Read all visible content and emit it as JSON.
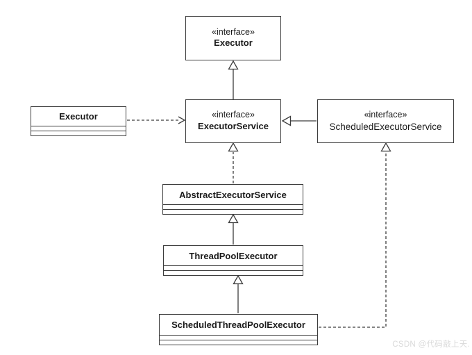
{
  "nodes": {
    "executorInterface": {
      "stereotype": "«interface»",
      "name": "Executor",
      "kind": "interface"
    },
    "executorClass": {
      "name": "Executor",
      "kind": "class"
    },
    "executorService": {
      "stereotype": "«interface»",
      "name": "ExecutorService",
      "kind": "interface"
    },
    "scheduledExecutorService": {
      "stereotype": "«interface»",
      "name": "ScheduledExecutorService",
      "kind": "interface"
    },
    "abstractExecutorService": {
      "name": "AbstractExecutorService",
      "kind": "class"
    },
    "threadPoolExecutor": {
      "name": "ThreadPoolExecutor",
      "kind": "class"
    },
    "scheduledThreadPoolExecutor": {
      "name": "ScheduledThreadPoolExecutor",
      "kind": "class"
    }
  },
  "edges": [
    {
      "from": "ExecutorService",
      "to": "Executor",
      "type": "generalization",
      "line": "solid",
      "arrowhead": "hollow-triangle"
    },
    {
      "from": "Executor (class)",
      "to": "ExecutorService",
      "type": "dependency",
      "line": "dashed",
      "arrowhead": "open-arrow"
    },
    {
      "from": "ScheduledExecutorService",
      "to": "ExecutorService",
      "type": "generalization",
      "line": "solid",
      "arrowhead": "hollow-triangle"
    },
    {
      "from": "AbstractExecutorService",
      "to": "ExecutorService",
      "type": "realization",
      "line": "dashed",
      "arrowhead": "hollow-triangle"
    },
    {
      "from": "ThreadPoolExecutor",
      "to": "AbstractExecutorService",
      "type": "generalization",
      "line": "solid",
      "arrowhead": "hollow-triangle"
    },
    {
      "from": "ScheduledThreadPoolExecutor",
      "to": "ThreadPoolExecutor",
      "type": "generalization",
      "line": "solid",
      "arrowhead": "hollow-triangle"
    },
    {
      "from": "ScheduledThreadPoolExecutor",
      "to": "ScheduledExecutorService",
      "type": "realization",
      "line": "dashed",
      "arrowhead": "hollow-triangle"
    }
  ],
  "watermark": {
    "text": "CSDN @代码敲上天."
  },
  "colors": {
    "background": "#ffffff",
    "node_fill": "#ffffff",
    "border": "#3c3c3c",
    "text": "#1a1a1a",
    "watermark": "#d9d9d9"
  }
}
